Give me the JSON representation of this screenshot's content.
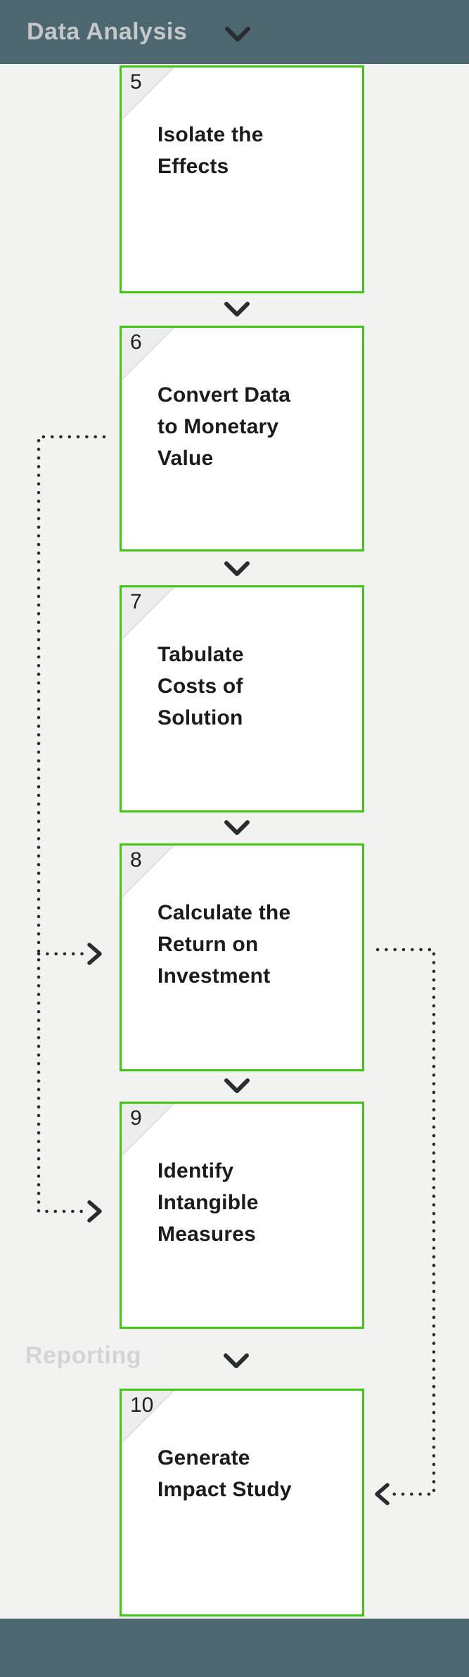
{
  "sections": {
    "data_analysis": {
      "title": "Data Analysis"
    },
    "reporting": {
      "title": "Reporting"
    }
  },
  "boxes": [
    {
      "number": "5",
      "title": "Isolate the\nEffects"
    },
    {
      "number": "6",
      "title": "Convert Data\nto Monetary\nValue"
    },
    {
      "number": "7",
      "title": "Tabulate\nCosts of\nSolution"
    },
    {
      "number": "8",
      "title": "Calculate the\nReturn on\nInvestment"
    },
    {
      "number": "9",
      "title": "Identify\nIntangible\nMeasures"
    },
    {
      "number": "10",
      "title": "Generate\nImpact Study"
    }
  ],
  "icons": {
    "section_collapse": "chevron-down-icon",
    "flow_step": "chevron-down-icon",
    "feedback_link": "dotted-arrow-icon"
  },
  "colors": {
    "page_bg": "#f2f2f1",
    "bar_bg": "#4d6770",
    "box_border": "#3ec814",
    "box_bg": "#ffffff",
    "fold_bg": "#ededed",
    "step_text": "#1b1b1b",
    "arrow": "#2a2d2e",
    "header_text": "#c5c7c8",
    "reporting_text": "#d3d4d4"
  }
}
